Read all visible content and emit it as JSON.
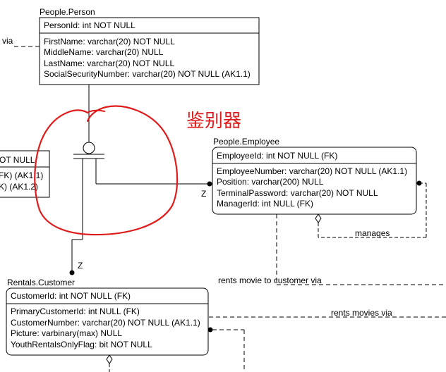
{
  "annotation": {
    "text": "鉴别器",
    "color": "#e01b1b"
  },
  "entities": {
    "person": {
      "name": "People.Person",
      "key": [
        "PersonId: int NOT NULL"
      ],
      "attrs": [
        "FirstName: varchar(20) NOT NULL",
        "MiddleName: varchar(20) NULL",
        "LastName: varchar(20) NOT NULL",
        "SocialSecurityNumber: varchar(20) NOT NULL (AK1.1)"
      ]
    },
    "employee": {
      "name": "People.Employee",
      "key": [
        "EmployeeId: int NOT NULL (FK)"
      ],
      "attrs": [
        "EmployeeNumber: varchar(20) NOT NULL (AK1.1)",
        "Position: varchar(200) NULL",
        "TerminalPassword: varchar(20) NOT NULL",
        "ManagerId: int NULL (FK)"
      ]
    },
    "customer": {
      "name": "Rentals.Customer",
      "key": [
        "CustomerId: int NOT NULL (FK)"
      ],
      "attrs": [
        "PrimaryCustomerId: int NULL (FK)",
        "CustomerNumber: varchar(20) NOT NULL (AK1.1)",
        "Picture: varbinary(max) NULL",
        "YouthRentalsOnlyFlag: bit NOT NULL"
      ]
    },
    "partial": {
      "key": [
        "OT NULL"
      ],
      "attrs": [
        "FK) (AK1.1)",
        "K) (AK1.2)"
      ]
    }
  },
  "labels": {
    "via_left": "via",
    "z_employee": "Z",
    "z_customer": "Z",
    "manages": "manages",
    "rents_movie_to_customer_via": "rents  movie  to  customer  via",
    "rents_movies_via": "rents  movies  via"
  }
}
